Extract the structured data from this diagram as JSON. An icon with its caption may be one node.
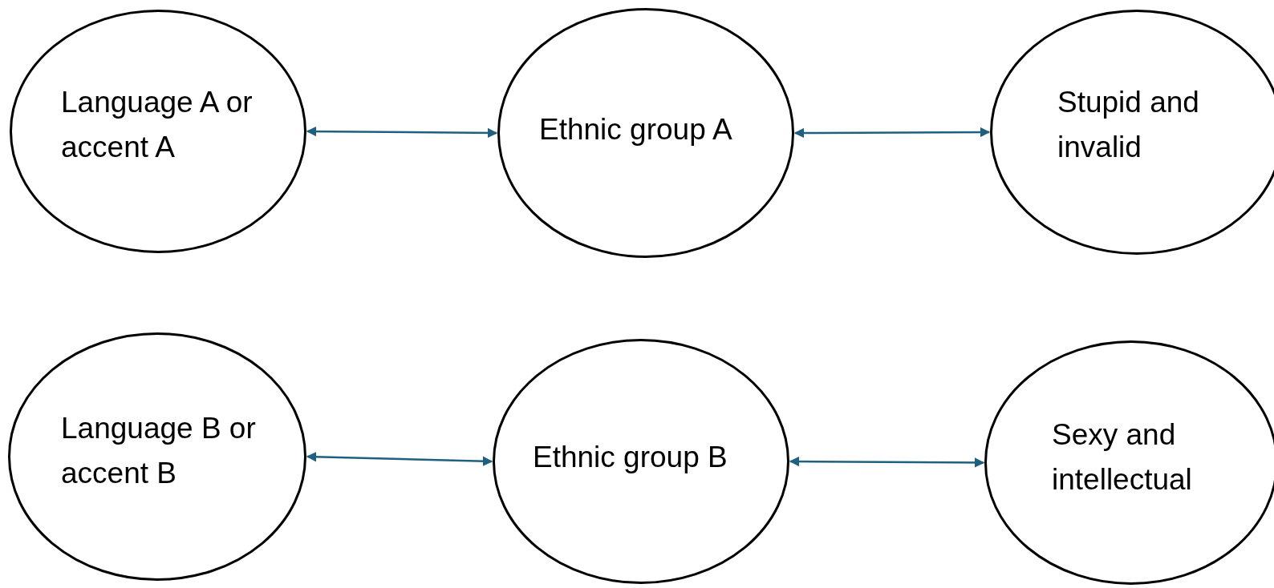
{
  "diagram": {
    "nodes": [
      {
        "text": [
          "Language A or accent A"
        ]
      },
      {
        "text": [
          "Ethnic group A"
        ]
      },
      {
        "text": [
          "Stupid and invalid"
        ]
      },
      {
        "text": [
          "Language B or accent B"
        ]
      },
      {
        "text": [
          "Ethnic group B"
        ]
      },
      {
        "text": [
          "Sexy and intellectual"
        ]
      }
    ],
    "edges": [
      {
        "from": 0,
        "to": 1,
        "arrow": "both"
      },
      {
        "from": 1,
        "to": 2,
        "arrow": "both"
      },
      {
        "from": 3,
        "to": 4,
        "arrow": "both"
      },
      {
        "from": 4,
        "to": 5,
        "arrow": "both"
      }
    ]
  }
}
